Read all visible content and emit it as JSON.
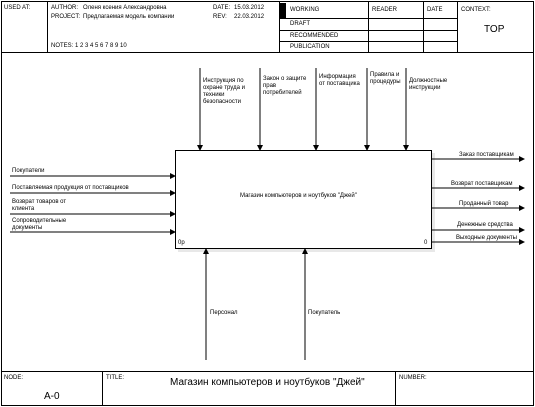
{
  "header": {
    "used_at": "USED AT:",
    "author_label": "AUTHOR:",
    "author_value": "Оленя ксения Александровна",
    "project_label": "PROJECT:",
    "project_value": "Предлагаемая модель компании",
    "date_label": "DATE:",
    "date_value": "15.03.2012",
    "rev_label": "REV:",
    "rev_value": "22.03.2012",
    "notes": "NOTES:  1  2  3  4  5  6  7  8  9  10",
    "status": [
      "WORKING",
      "DRAFT",
      "RECOMMENDED",
      "PUBLICATION"
    ],
    "reader_label": "READER",
    "date2_label": "DATE",
    "context_label": "CONTEXT:",
    "context_value": "TOP"
  },
  "controls": [
    "Инструкция по охране труда и техники безопасности",
    "Закон о защите прав потребителей",
    "Информация от поставщика",
    "Правила и процедуры",
    "Должностные инструкции"
  ],
  "inputs": [
    "Покупатели",
    "Поставляемая продукция от поставщиков",
    "Возврат товаров от клиента",
    "Сопроводительные документы"
  ],
  "outputs": [
    "Заказ поставщикам",
    "Возврат поставщикам",
    "Проданный товар",
    "Денежные средства",
    "Выходные документы"
  ],
  "mechanisms": [
    "Персонал",
    "Покупатель"
  ],
  "activity": {
    "title": "Магазин компьютеров и ноутбуков \"Джей\"",
    "cost": "0р",
    "number": "0"
  },
  "footer": {
    "node_label": "NODE:",
    "node_value": "A-0",
    "title_label": "TITLE:",
    "title_value": "Магазин компьютеров и ноутбуков \"Джей\"",
    "number_label": "NUMBER:"
  }
}
